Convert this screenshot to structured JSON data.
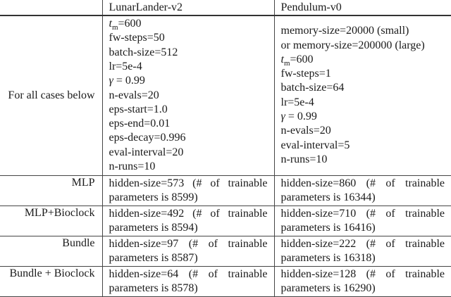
{
  "header": {
    "lunarlander": "LunarLander-v2",
    "pendulum": "Pendulum-v0"
  },
  "common": {
    "label": "For all cases below",
    "lunar_lines": [
      "<i>t</i><sub>m</sub>=600",
      "fw-steps=50",
      "batch-size=512",
      "lr=5e-4",
      "<i>γ</i> = 0.99",
      "n-evals=20",
      "eps-start=1.0",
      "eps-end=0.01",
      "eps-decay=0.996",
      "eval-interval=20",
      "n-runs=10"
    ],
    "pendulum_lines": [
      "memory-size=20000 (small)",
      "or memory-size=200000 (large)",
      "<i>t</i><sub>m</sub>=600",
      "fw-steps=1",
      "batch-size=64",
      "lr=5e-4",
      "<i>γ</i> = 0.99",
      "n-evals=20",
      "eval-interval=5",
      "n-runs=10"
    ]
  },
  "models": [
    {
      "label": "MLP",
      "lunar": {
        "line1": "hidden-size=573 (# of trainable",
        "line2": "parameters is 8599)"
      },
      "pendulum": {
        "line1": "hidden-size=860 (# of trainable",
        "line2": "parameters is 16344)"
      }
    },
    {
      "label": "MLP+Bioclock",
      "lunar": {
        "line1": "hidden-size=492 (# of trainable",
        "line2": "parameters is 8594)"
      },
      "pendulum": {
        "line1": "hidden-size=710 (# of trainable",
        "line2": "parameters is 16416)"
      }
    },
    {
      "label": "Bundle",
      "lunar": {
        "line1": "hidden-size=97 (# of trainable",
        "line2": "parameters is 8587)"
      },
      "pendulum": {
        "line1": "hidden-size=222 (# of trainable",
        "line2": "parameters is 16318)"
      }
    },
    {
      "label": "Bundle + Bioclock",
      "lunar": {
        "line1": "hidden-size=64 (# of trainable",
        "line2": "parameters is 8578)"
      },
      "pendulum": {
        "line1": "hidden-size=128 (# of trainable",
        "line2": "parameters is 16290)"
      }
    }
  ]
}
